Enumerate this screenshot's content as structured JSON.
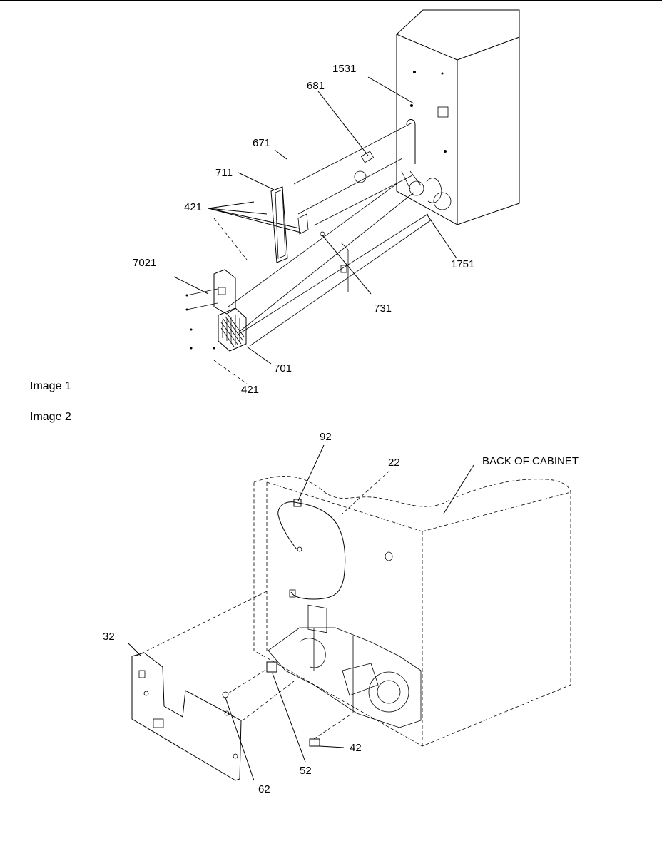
{
  "image1": {
    "label": "Image 1",
    "callouts": [
      "1531",
      "681",
      "671",
      "711",
      "421",
      "7021",
      "1751",
      "731",
      "701",
      "421"
    ]
  },
  "image2": {
    "label": "Image 2",
    "callouts": [
      "92",
      "22",
      "BACK OF CABINET",
      "32",
      "42",
      "52",
      "62"
    ]
  }
}
